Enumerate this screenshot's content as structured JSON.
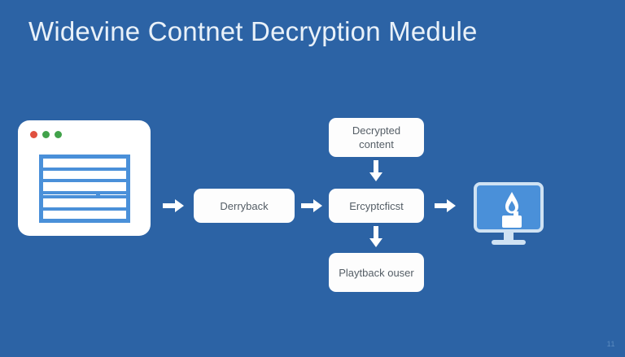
{
  "slide": {
    "title": "Widevine Contnet Decryption Medule",
    "page_number": "11",
    "background_color": "#2c63a5",
    "title_color": "#e9f1f9"
  },
  "illustration": {
    "name": "browser-document",
    "window_dots": [
      {
        "name": "dot-red",
        "color": "#e0503f"
      },
      {
        "name": "dot-green-1",
        "color": "#41a24a"
      },
      {
        "name": "dot-green-2",
        "color": "#41a24a"
      }
    ],
    "table_fill_color": "#4a90d9",
    "rows": 6,
    "split_row_index": 4
  },
  "flow": {
    "boxes": [
      {
        "id": "derryback",
        "label": "Derryback"
      },
      {
        "id": "decrypted",
        "label": "Decrypted content"
      },
      {
        "id": "encrypt",
        "label": "Ercyptcficst"
      },
      {
        "id": "playback",
        "label": "Playtback ouser"
      }
    ],
    "box_fill_color": "#fdfdfd",
    "box_text_color": "#555e66",
    "arrows": [
      {
        "id": "doc-to-derryback",
        "direction": "right"
      },
      {
        "id": "derryback-to-encrypt",
        "direction": "right"
      },
      {
        "id": "encrypt-to-monitor",
        "direction": "right"
      },
      {
        "id": "decrypted-to-encrypt",
        "direction": "down"
      },
      {
        "id": "encrypt-to-playback",
        "direction": "down"
      }
    ],
    "arrow_color": "#ffffff"
  },
  "output_device": {
    "name": "monitor",
    "screen_color": "#4a90d9",
    "frame_color": "#cfe2f3",
    "icon": "candle-icon"
  }
}
